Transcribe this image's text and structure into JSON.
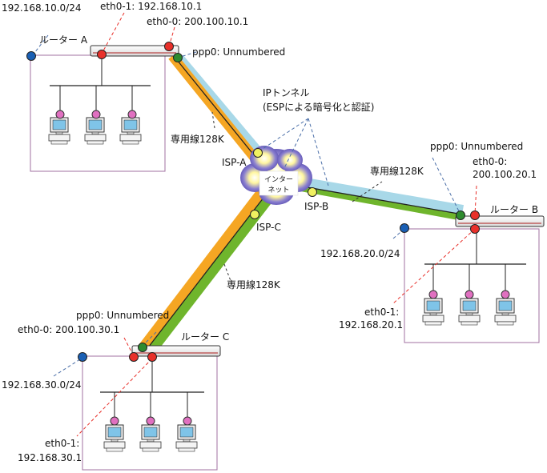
{
  "routers": {
    "a": {
      "name": "ルーター A",
      "net": "192.168.10.0/24",
      "eth1": "eth0-1: 192.168.10.1",
      "eth0": "eth0-0: 200.100.10.1",
      "ppp": "ppp0: Unnumbered"
    },
    "b": {
      "name": "ルーター B",
      "net": "192.168.20.0/24",
      "eth1_line1": "eth0-1:",
      "eth1_line2": "192.168.20.1",
      "eth0_line1": "eth0-0:",
      "eth0_line2": "200.100.20.1",
      "ppp": "ppp0: Unnumbered"
    },
    "c": {
      "name": "ルーター C",
      "net": "192.168.30.0/24",
      "eth1_line1": "eth0-1:",
      "eth1_line2": "192.168.30.1",
      "eth0": "eth0-0: 200.100.30.1",
      "ppp": "ppp0: Unnumbered"
    }
  },
  "internet": {
    "line1": "インター",
    "line2": "ネット"
  },
  "isp": {
    "a": "ISP-A",
    "b": "ISP-B",
    "c": "ISP-C"
  },
  "leased": {
    "a": "専用線128K",
    "b": "専用線128K",
    "c": "専用線128K"
  },
  "tunnel": {
    "line1": "IPトンネル",
    "line2": "(ESPによる暗号化と認証)"
  },
  "colors": {
    "tunnel_blue": "#a8d8e8",
    "line_orange": "#f5a623",
    "line_green": "#6fb52c",
    "lan_box": "#a070a0",
    "port_red": "#e8302a",
    "port_green": "#2e8b2e",
    "port_yellow": "#f0f060",
    "port_blue": "#1a5fb4",
    "host_pink": "#e070c0"
  }
}
